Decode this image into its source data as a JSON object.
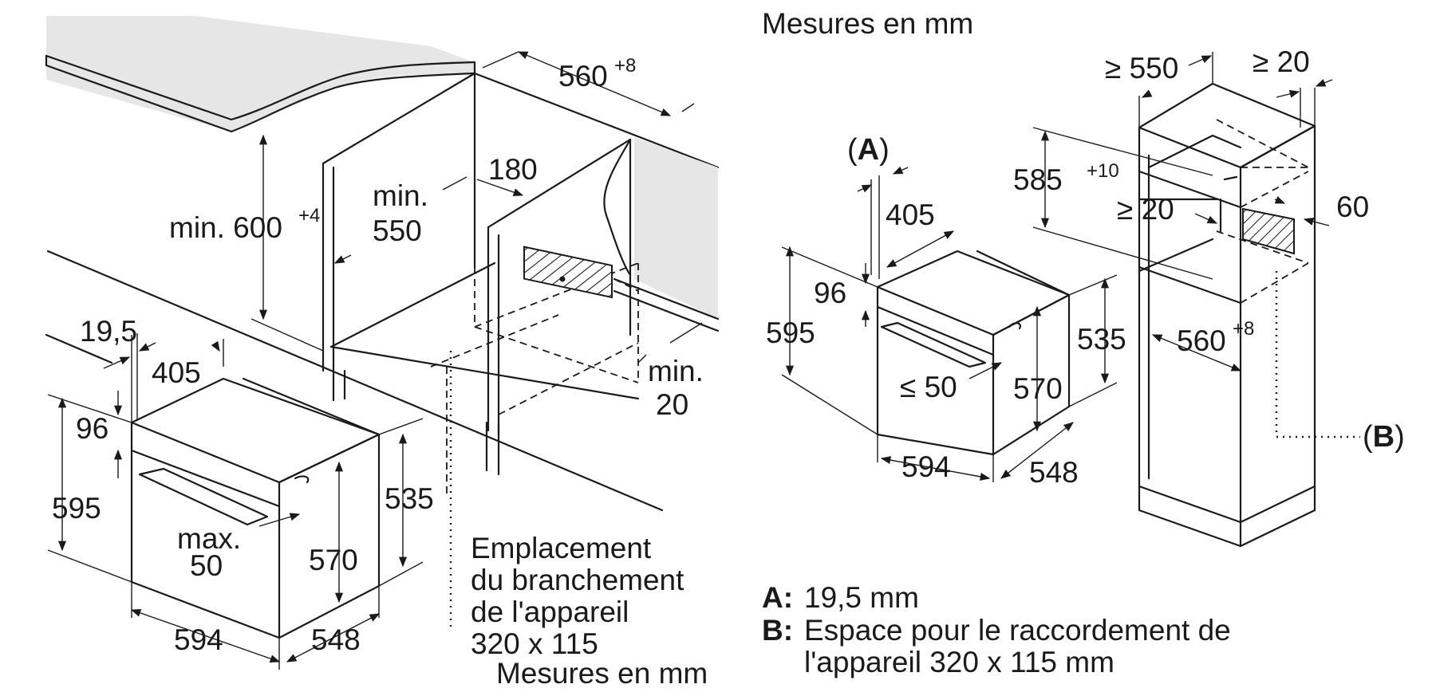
{
  "left": {
    "worktop_height": "min. 600",
    "worktop_height_tol": "+4",
    "niche_width": "560",
    "niche_width_tol": "+8",
    "niche_depth_label": "min.",
    "niche_depth": "550",
    "socket_offset": "180",
    "rear_gap_label": "min.",
    "rear_gap": "20",
    "front_thickness": "19,5",
    "door_depth": "405",
    "panel_height": "96",
    "front_height": "595",
    "handle_label": "max.",
    "handle": "50",
    "body_height": "535",
    "inner_height": "570",
    "front_width": "594",
    "body_depth": "548",
    "connection_text": [
      "Emplacement",
      "du branchement",
      "de l'appareil",
      "320 x 115"
    ],
    "unit_note": "Mesures en mm"
  },
  "right": {
    "unit_note": "Mesures en mm",
    "label_a": "(A)",
    "label_a_letter": "A",
    "label_b": "(B)",
    "label_b_letter": "B",
    "door_depth": "405",
    "panel_height": "96",
    "front_height": "595",
    "body_height": "535",
    "handle": "≤ 50",
    "inner_height": "570",
    "front_width": "594",
    "body_depth": "548",
    "cabinet_depth": "≥ 550",
    "rear_gap": "≥ 20",
    "niche_height": "585",
    "niche_height_tol": "+10",
    "shelf_gap": "≥ 20",
    "vent": "60",
    "niche_width": "560",
    "niche_width_tol": "+8"
  },
  "legend": [
    {
      "key": "A:",
      "text": "19,5 mm"
    },
    {
      "key": "B:",
      "text": "Espace pour le raccordement de",
      "text2": "l'appareil 320 x 115 mm"
    }
  ]
}
